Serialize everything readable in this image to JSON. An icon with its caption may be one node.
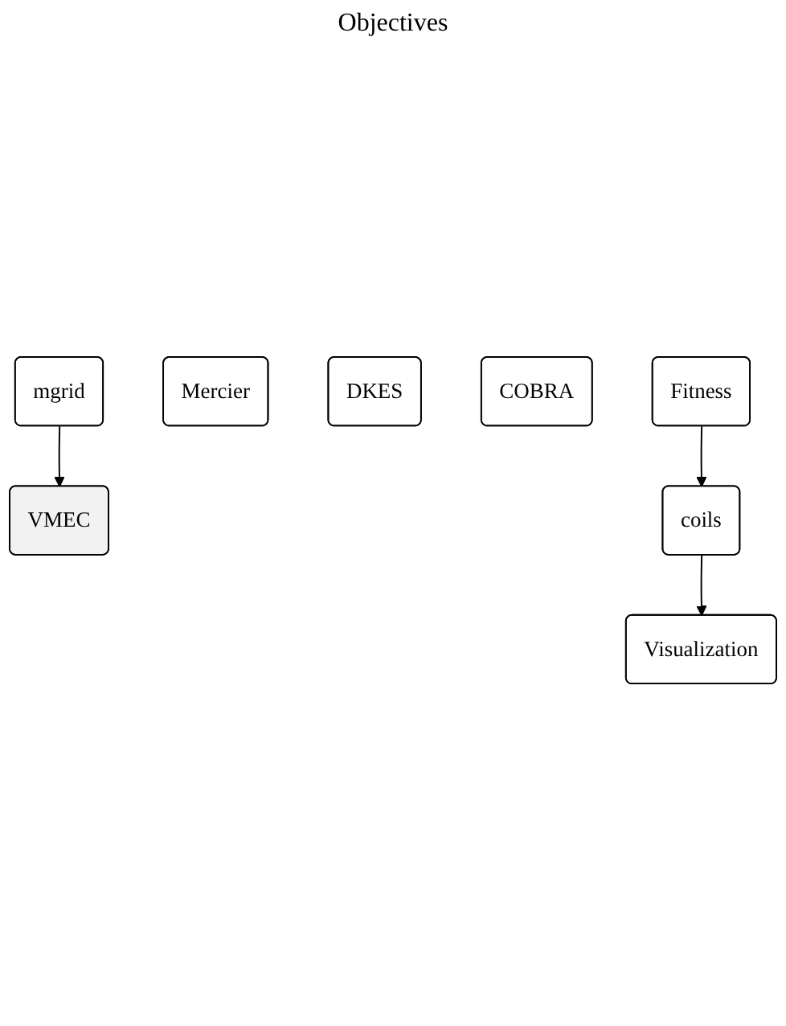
{
  "diagram": {
    "nodes": [
      {
        "text": [
          "mgrid"
        ]
      },
      {
        "text": [
          "VMEC"
        ]
      },
      {
        "text": [
          "Mercier"
        ]
      },
      {
        "text": [
          "DKES"
        ]
      },
      {
        "text": [
          "COBRA"
        ]
      },
      {
        "text": [
          "Fitness"
        ]
      },
      {
        "text": [
          "coils"
        ]
      },
      {
        "text": [
          "Visualization"
        ]
      }
    ],
    "edges": [
      {
        "from": 0,
        "to": 1,
        "arrow": "to"
      },
      {
        "from": 5,
        "to": 6,
        "arrow": "to"
      },
      {
        "from": 6,
        "to": 7,
        "arrow": "to"
      }
    ],
    "labels": [
      "Objectives"
    ]
  }
}
